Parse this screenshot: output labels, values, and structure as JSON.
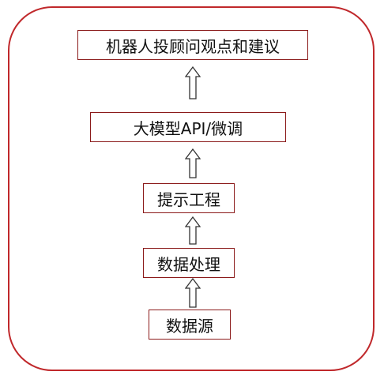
{
  "diagram": {
    "nodes": [
      {
        "id": "top",
        "label": "机器人投顾问观点和建议"
      },
      {
        "id": "llm",
        "label": "大模型API/微调"
      },
      {
        "id": "prompt",
        "label": "提示工程"
      },
      {
        "id": "proc",
        "label": "数据处理"
      },
      {
        "id": "src",
        "label": "数据源"
      }
    ],
    "edges": [
      {
        "from": "src",
        "to": "proc"
      },
      {
        "from": "proc",
        "to": "prompt"
      },
      {
        "from": "prompt",
        "to": "llm"
      },
      {
        "from": "llm",
        "to": "top"
      }
    ],
    "colors": {
      "frame_border": "#c0282b",
      "box_border": "#8b1a1a",
      "arrow_stroke": "#333333"
    }
  }
}
